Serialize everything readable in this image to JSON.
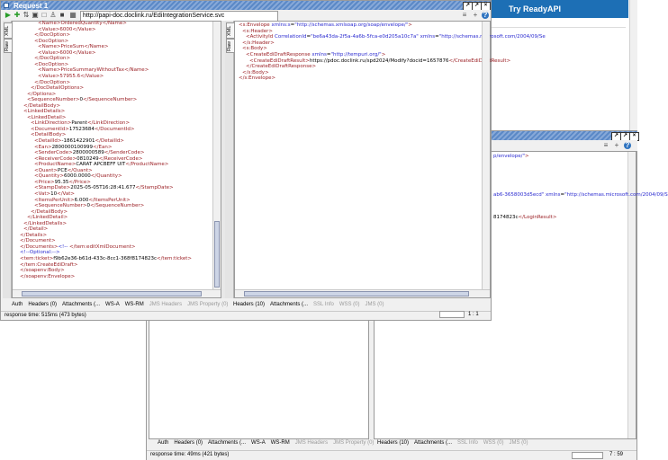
{
  "banner": {
    "label": "Try ReadyAPI"
  },
  "front": {
    "title": "Request 1",
    "url": "http://papi-doc.doclink.ru/EdiIntegrationService.svc",
    "side_tabs": [
      "XML",
      "Raw"
    ],
    "resp_side_tabs": [
      "XML",
      "Raw"
    ],
    "request_lines": [
      {
        "i": 5,
        "parts": [
          [
            "tag",
            "<Name>OrderedQuantity</Name>"
          ]
        ]
      },
      {
        "i": 5,
        "parts": [
          [
            "tag",
            "<Value>6000</Value>"
          ]
        ]
      },
      {
        "i": 4,
        "parts": [
          [
            "tag",
            "</DocOption>"
          ]
        ]
      },
      {
        "i": 4,
        "parts": [
          [
            "tag",
            "<DocOption>"
          ]
        ]
      },
      {
        "i": 5,
        "parts": [
          [
            "tag",
            "<Name>PriceSum</Name>"
          ]
        ]
      },
      {
        "i": 5,
        "parts": [
          [
            "tag",
            "<Value>6000</Value>"
          ]
        ]
      },
      {
        "i": 4,
        "parts": [
          [
            "tag",
            "</DocOption>"
          ]
        ]
      },
      {
        "i": 4,
        "parts": [
          [
            "tag",
            "<DocOption>"
          ]
        ]
      },
      {
        "i": 5,
        "parts": [
          [
            "tag",
            "<Name>PriceSummaryWithoutTax</Name>"
          ]
        ]
      },
      {
        "i": 5,
        "parts": [
          [
            "tag",
            "<Value>57955.6</Value>"
          ]
        ]
      },
      {
        "i": 4,
        "parts": [
          [
            "tag",
            "</DocOption>"
          ]
        ]
      },
      {
        "i": 3,
        "parts": [
          [
            "tag",
            "</DocDetailOptions>"
          ]
        ]
      },
      {
        "i": 2,
        "parts": [
          [
            "tag",
            "</Options>"
          ]
        ]
      },
      {
        "i": 2,
        "parts": [
          [
            "tag",
            "<SequenceNumber>"
          ],
          [
            "txt",
            "0"
          ],
          [
            "tag",
            "</SequenceNumber>"
          ]
        ]
      },
      {
        "i": 1,
        "parts": [
          [
            "tag",
            "</DetailBody>"
          ]
        ]
      },
      {
        "i": 1,
        "parts": [
          [
            "tag",
            "<LinkedDetails>"
          ]
        ]
      },
      {
        "i": 2,
        "parts": [
          [
            "tag",
            "<LinkedDetail>"
          ]
        ]
      },
      {
        "i": 3,
        "parts": [
          [
            "tag",
            "<LinkDirection>"
          ],
          [
            "txt",
            "Parent"
          ],
          [
            "tag",
            "</LinkDirection>"
          ]
        ]
      },
      {
        "i": 3,
        "parts": [
          [
            "tag",
            "<DocumentId>"
          ],
          [
            "txt",
            "17523684"
          ],
          [
            "tag",
            "</DocumentId>"
          ]
        ]
      },
      {
        "i": 3,
        "parts": [
          [
            "tag",
            "<DetailBody>"
          ]
        ]
      },
      {
        "i": 4,
        "parts": [
          [
            "tag",
            "<DetailId>"
          ],
          [
            "txt",
            "-1861422901"
          ],
          [
            "tag",
            "</DetailId>"
          ]
        ]
      },
      {
        "i": 4,
        "parts": [
          [
            "tag",
            "<Ean>"
          ],
          [
            "txt",
            "2800000100999"
          ],
          [
            "tag",
            "</Ean>"
          ]
        ]
      },
      {
        "i": 4,
        "parts": [
          [
            "tag",
            "<SenderCode>"
          ],
          [
            "txt",
            "2800000589"
          ],
          [
            "tag",
            "</SenderCode>"
          ]
        ]
      },
      {
        "i": 4,
        "parts": [
          [
            "tag",
            "<ReceiverCode>"
          ],
          [
            "txt",
            "0810249"
          ],
          [
            "tag",
            "</ReceiverCode>"
          ]
        ]
      },
      {
        "i": 4,
        "parts": [
          [
            "tag",
            "<ProductName>"
          ],
          [
            "txt",
            "CARAT APCBEFF UIT"
          ],
          [
            "tag",
            "</ProductName>"
          ]
        ]
      },
      {
        "i": 4,
        "parts": [
          [
            "tag",
            "<Quant>"
          ],
          [
            "txt",
            "PCE"
          ],
          [
            "tag",
            "</Quant>"
          ]
        ]
      },
      {
        "i": 4,
        "parts": [
          [
            "tag",
            "<Quantity>"
          ],
          [
            "txt",
            "6000.0000"
          ],
          [
            "tag",
            "</Quantity>"
          ]
        ]
      },
      {
        "i": 4,
        "parts": [
          [
            "tag",
            "<Price>"
          ],
          [
            "txt",
            "95.35"
          ],
          [
            "tag",
            "</Price>"
          ]
        ]
      },
      {
        "i": 4,
        "parts": [
          [
            "tag",
            "<StampDate>"
          ],
          [
            "txt",
            "2025-05-05T16:28:41.677"
          ],
          [
            "tag",
            "</StampDate>"
          ]
        ]
      },
      {
        "i": 4,
        "parts": [
          [
            "tag",
            "<Vat>"
          ],
          [
            "txt",
            "10"
          ],
          [
            "tag",
            "</Vat>"
          ]
        ]
      },
      {
        "i": 4,
        "parts": [
          [
            "tag",
            "<ItemsPerUnit>"
          ],
          [
            "txt",
            "6.000"
          ],
          [
            "tag",
            "</ItemsPerUnit>"
          ]
        ]
      },
      {
        "i": 4,
        "parts": [
          [
            "tag",
            "<SequenceNumber>"
          ],
          [
            "txt",
            "0"
          ],
          [
            "tag",
            "</SequenceNumber>"
          ]
        ]
      },
      {
        "i": 3,
        "parts": [
          [
            "tag",
            "</DetailBody>"
          ]
        ]
      },
      {
        "i": 2,
        "parts": [
          [
            "tag",
            "</LinkedDetail>"
          ]
        ]
      },
      {
        "i": 1,
        "parts": [
          [
            "tag",
            "</LinkedDetails>"
          ]
        ]
      },
      {
        "i": 1,
        "parts": [
          [
            "tag",
            "</Detail>"
          ]
        ]
      },
      {
        "i": 0,
        "parts": [
          [
            "tag",
            "</Details>"
          ]
        ]
      },
      {
        "i": 0,
        "parts": [
          [
            "tag",
            "</Document>"
          ]
        ]
      },
      {
        "i": 0,
        "parts": [
          [
            "tag",
            "</Documents>"
          ],
          [
            "attr",
            "<!-- "
          ],
          [
            "tag",
            "</tem:editXmlDocument>"
          ]
        ]
      },
      {
        "i": 0,
        "parts": [
          [
            "attr",
            "<!--Optional:-->"
          ]
        ]
      },
      {
        "i": 0,
        "parts": [
          [
            "tag",
            "<tem:ticket>"
          ],
          [
            "txt",
            "f9b62e36-b61d-433c-8cc1-368f8174823c"
          ],
          [
            "tag",
            "</tem:ticket>"
          ]
        ]
      },
      {
        "i": 0,
        "parts": [
          [
            "tag",
            "</tem:CreateEdiDraft>"
          ]
        ]
      },
      {
        "i": 0,
        "parts": [
          [
            "tag",
            "</soapenv:Body>"
          ]
        ]
      },
      {
        "i": 0,
        "parts": [
          [
            "tag",
            "</soapenv:Envelope>"
          ]
        ]
      }
    ],
    "response_lines": [
      {
        "i": 0,
        "parts": [
          [
            "tag",
            "<s:Envelope "
          ],
          [
            "attr",
            "xmlns:s"
          ],
          [
            "txt",
            "="
          ],
          [
            "attr",
            "\"http://schemas.xmlsoap.org/soap/envelope/\""
          ],
          [
            "tag",
            ">"
          ]
        ]
      },
      {
        "i": 1,
        "parts": [
          [
            "tag",
            "<s:Header>"
          ]
        ]
      },
      {
        "i": 2,
        "parts": [
          [
            "tag",
            "<ActivityId "
          ],
          [
            "attr",
            "CorrelationId"
          ],
          [
            "txt",
            "="
          ],
          [
            "attr",
            "\"be6a43da-2f5a-4a6b-5fca-e0d205a10c7a\""
          ],
          [
            "attr",
            " xmlns"
          ],
          [
            "txt",
            "="
          ],
          [
            "attr",
            "\"http://schemas.microsoft.com/2004/09/Se"
          ]
        ]
      },
      {
        "i": 1,
        "parts": [
          [
            "tag",
            "</s:Header>"
          ]
        ]
      },
      {
        "i": 1,
        "parts": [
          [
            "tag",
            "<s:Body>"
          ]
        ]
      },
      {
        "i": 2,
        "parts": [
          [
            "tag",
            "<CreateEdiDraftResponse "
          ],
          [
            "attr",
            "xmlns"
          ],
          [
            "txt",
            "="
          ],
          [
            "attr",
            "\"http://tempuri.org/\""
          ],
          [
            "tag",
            ">"
          ]
        ]
      },
      {
        "i": 3,
        "parts": [
          [
            "tag",
            "<CreateEdiDraftResult>"
          ],
          [
            "txt",
            "https://pdoc.doclink.ru/spd2024/Modify?docid=1657876"
          ],
          [
            "tag",
            "</CreateEdiDraftResult>"
          ]
        ]
      },
      {
        "i": 2,
        "parts": [
          [
            "tag",
            "</CreateEdiDraftResponse>"
          ]
        ]
      },
      {
        "i": 1,
        "parts": [
          [
            "tag",
            "</s:Body>"
          ]
        ]
      },
      {
        "i": 0,
        "parts": [
          [
            "tag",
            "</s:Envelope>"
          ]
        ]
      }
    ],
    "req_tabs": [
      "Auth",
      "Headers (0)",
      "Attachments (...",
      "WS-A",
      "WS-RM",
      "JMS Headers",
      "JMS Property (0)"
    ],
    "resp_tabs": [
      "Headers (10)",
      "Attachments (...",
      "SSL Info",
      "WSS (0)",
      "JMS (0)"
    ],
    "status": "response time: 515ms (473 bytes)",
    "cursor": "1 : 1"
  },
  "back": {
    "resp_lines": [
      {
        "parts": [
          [
            "attr",
            "p/envelope/\""
          ],
          [
            "tag",
            ">"
          ]
        ]
      },
      {
        "parts": [
          [
            "attr",
            "ab6-3658003d5ecd\""
          ],
          [
            "attr",
            " xmlns"
          ],
          [
            "txt",
            "="
          ],
          [
            "attr",
            "\"http://schemas.microsoft.com/2004/09/S"
          ]
        ]
      },
      {
        "parts": [
          [
            "txt",
            "8174823c"
          ],
          [
            "tag",
            "</LoginResult>"
          ]
        ]
      }
    ],
    "req_tabs": [
      "Auth",
      "Headers (0)",
      "Attachments (...",
      "WS-A",
      "WS-RM",
      "JMS Headers",
      "JMS Property (0)"
    ],
    "resp_tabs": [
      "Headers (10)",
      "Attachments (...",
      "SSL Info",
      "WSS (0)",
      "JMS (0)"
    ],
    "status": "response time: 49ms (421 bytes)",
    "cursor": "7 : 59"
  }
}
